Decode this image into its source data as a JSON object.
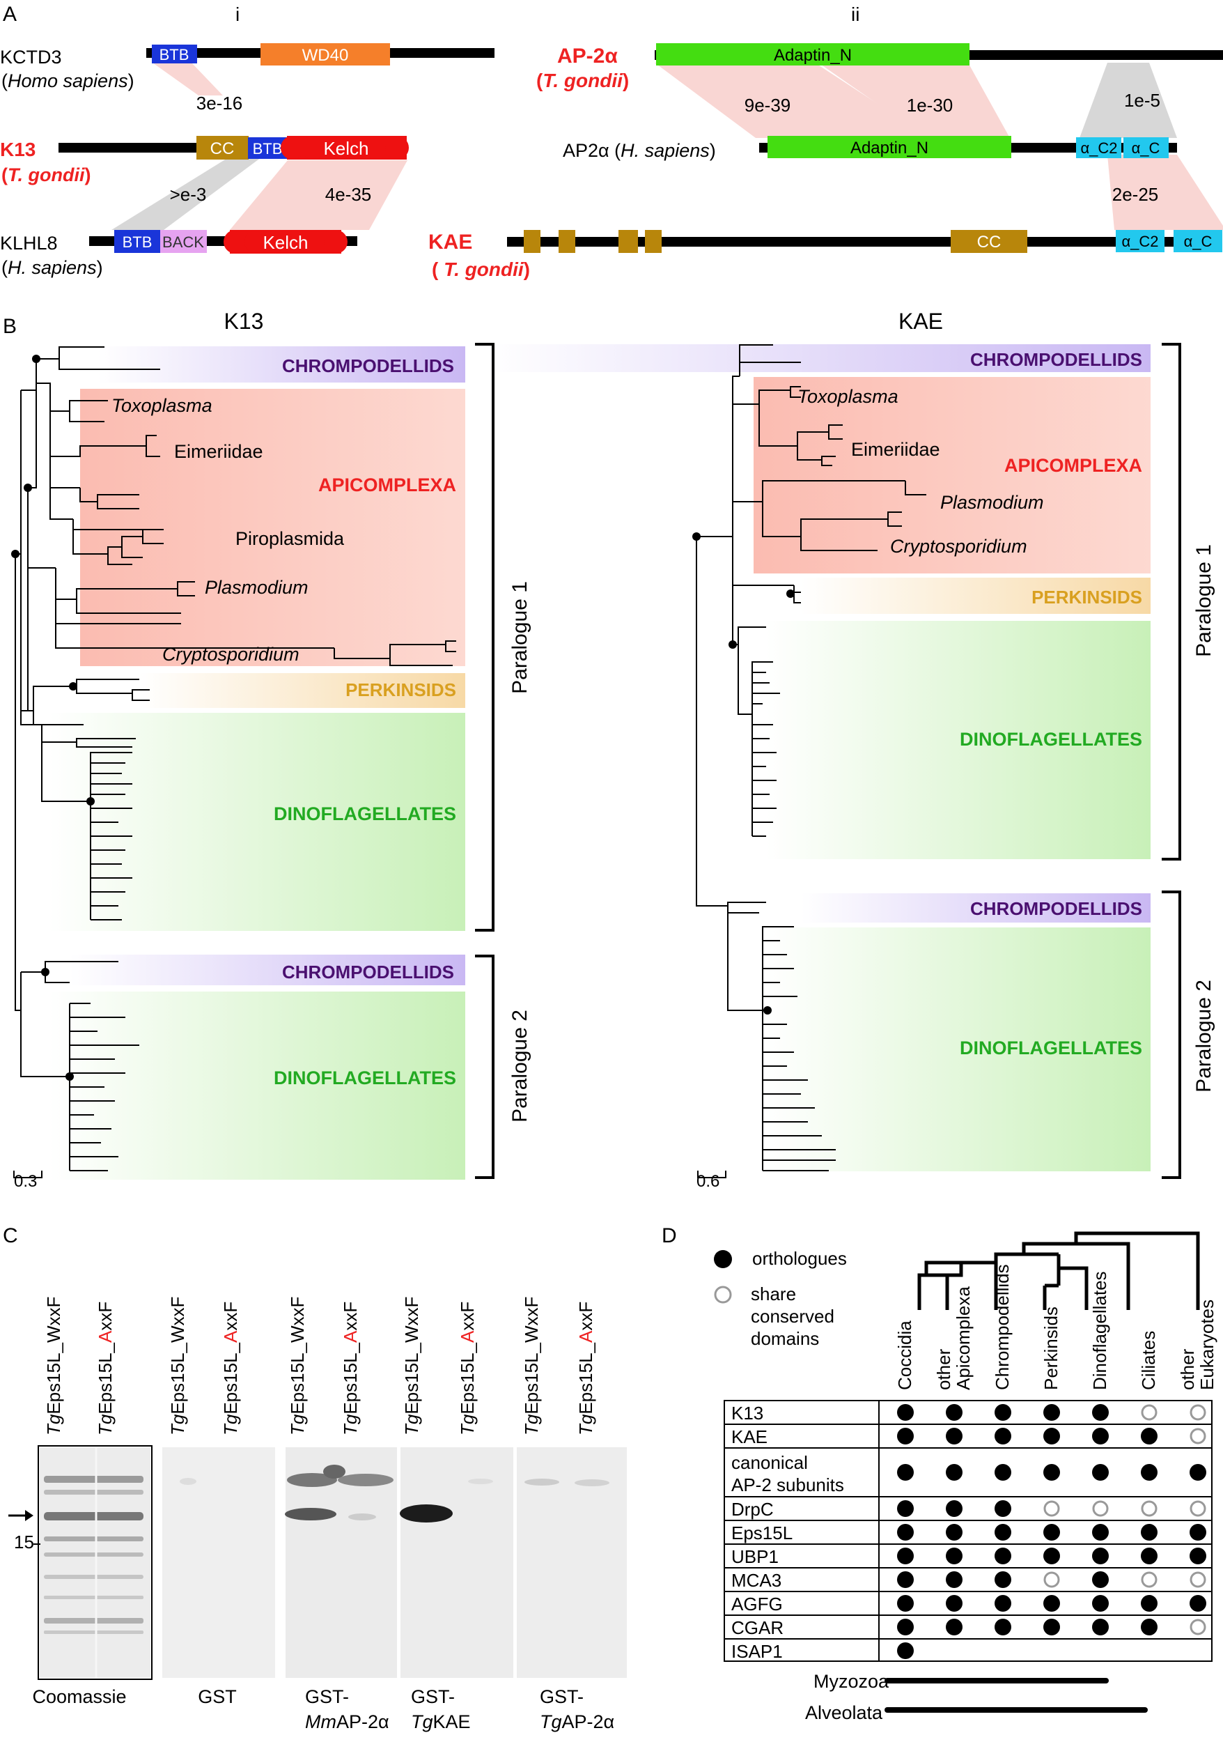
{
  "panels": {
    "A": "A",
    "A_i": "i",
    "A_ii": "ii",
    "B": "B",
    "C": "C",
    "D": "D"
  },
  "colors": {
    "btb": "#1a35d9",
    "wd40": "#f57f2a",
    "cc": "#b8860b",
    "kelch": "#ee1111",
    "back": "#e6a3f0",
    "adaptin": "#44dd11",
    "alphac": "#22c8ee",
    "red_label": "#ee2222",
    "chrom": "#4a1070",
    "apico": "#ee2222",
    "perk": "#d9a020",
    "dino": "#22aa22"
  },
  "panelA": {
    "kctd3": {
      "name": "KCTD3",
      "species": "Homo sapiens",
      "btb": "BTB",
      "wd40": "WD40"
    },
    "k13": {
      "name": "K13",
      "species": "T. gondii",
      "cc": "CC",
      "btb": "BTB",
      "kelch": "Kelch"
    },
    "klhl8": {
      "name": "KLHL8",
      "species": "H. sapiens",
      "btb": "BTB",
      "back": "BACK",
      "kelch": "Kelch"
    },
    "ap2a_tg": {
      "name": "AP-2α",
      "species": "T. gondii",
      "adaptin": "Adaptin_N"
    },
    "ap2a_hs": {
      "name": "AP2α",
      "species": "H. sapiens",
      "adaptin": "Adaptin_N",
      "c2": "α_C2",
      "c": "α_C"
    },
    "kae": {
      "name": "KAE",
      "species": "T. gondii",
      "cc": "CC",
      "c2": "α_C2",
      "c": "α_C"
    },
    "evalues": {
      "kctd3_k13": "3e-16",
      "k13_klhl8_btb": ">e-3",
      "k13_klhl8_kelch": "4e-35",
      "ap_left": "9e-39",
      "ap_mid": "1e-30",
      "ap_right": "1e-5",
      "ap_kae": "2e-25"
    }
  },
  "panelB": {
    "k13_title": "K13",
    "kae_title": "KAE",
    "clades": {
      "chrom": "CHROMPODELLIDS",
      "apico": "APICOMPLEXA",
      "perk": "PERKINSIDS",
      "dino": "DINOFLAGELLATES"
    },
    "taxa": {
      "toxo": "Toxoplasma",
      "eimer": "Eimeriidae",
      "piro": "Piroplasmida",
      "plasmo": "Plasmodium",
      "crypto": "Cryptosporidium"
    },
    "paralogue1": "Paralogue 1",
    "paralogue2": "Paralogue 2",
    "k13_scale": "0.3",
    "kae_scale": "0.6"
  },
  "panelC": {
    "lane_prefix": "Tg",
    "lane_wxxf_rest": "Eps15L_WxxF",
    "lane_axxf_mid": "Eps15L_",
    "lane_axxf_red": "A",
    "lane_axxf_end": "xxF",
    "marker": "15",
    "blots": [
      {
        "label1": "Coomassie",
        "label2": ""
      },
      {
        "label1": "GST",
        "label2": ""
      },
      {
        "label1": "GST-",
        "label2_pre": "Mm",
        "label2_post": "AP-2α"
      },
      {
        "label1": "GST-",
        "label2_pre": "Tg",
        "label2_post": "KAE"
      },
      {
        "label1": "GST-",
        "label2_pre": "Tg",
        "label2_post": "AP-2α"
      }
    ]
  },
  "panelD": {
    "legend_orthologues": "orthologues",
    "legend_share": [
      "share",
      "conserved",
      "domains"
    ],
    "columns": [
      {
        "l1": "Coccidia",
        "l2": ""
      },
      {
        "l1": "other",
        "l2": "Apicomplexa"
      },
      {
        "l1": "Chrompodellids",
        "l2": ""
      },
      {
        "l1": "Perkinsids",
        "l2": ""
      },
      {
        "l1": "Dinoflagellates",
        "l2": ""
      },
      {
        "l1": "Ciliates",
        "l2": ""
      },
      {
        "l1": "other",
        "l2": "Eukaryotes"
      }
    ],
    "rows": [
      {
        "name": "K13",
        "name2": "",
        "cells": [
          "f",
          "f",
          "f",
          "f",
          "f",
          "o",
          "o"
        ]
      },
      {
        "name": "KAE",
        "name2": "",
        "cells": [
          "f",
          "f",
          "f",
          "f",
          "f",
          "f",
          "o"
        ]
      },
      {
        "name": "canonical",
        "name2": "AP-2 subunits",
        "cells": [
          "f",
          "f",
          "f",
          "f",
          "f",
          "f",
          "f"
        ]
      },
      {
        "name": "DrpC",
        "name2": "",
        "cells": [
          "f",
          "f",
          "f",
          "o",
          "o",
          "o",
          "o"
        ]
      },
      {
        "name": "Eps15L",
        "name2": "",
        "cells": [
          "f",
          "f",
          "f",
          "f",
          "f",
          "f",
          "f"
        ]
      },
      {
        "name": "UBP1",
        "name2": "",
        "cells": [
          "f",
          "f",
          "f",
          "f",
          "f",
          "f",
          "f"
        ]
      },
      {
        "name": "MCA3",
        "name2": "",
        "cells": [
          "f",
          "f",
          "f",
          "o",
          "f",
          "o",
          "o"
        ]
      },
      {
        "name": "AGFG",
        "name2": "",
        "cells": [
          "f",
          "f",
          "f",
          "f",
          "f",
          "f",
          "f"
        ]
      },
      {
        "name": "CGAR",
        "name2": "",
        "cells": [
          "f",
          "f",
          "f",
          "f",
          "f",
          "f",
          "o"
        ]
      },
      {
        "name": "ISAP1",
        "name2": "",
        "cells": [
          "f",
          "",
          "",
          "",
          "",
          "",
          ""
        ]
      }
    ],
    "myzozoa": "Myzozoa",
    "alveolata": "Alveolata"
  }
}
